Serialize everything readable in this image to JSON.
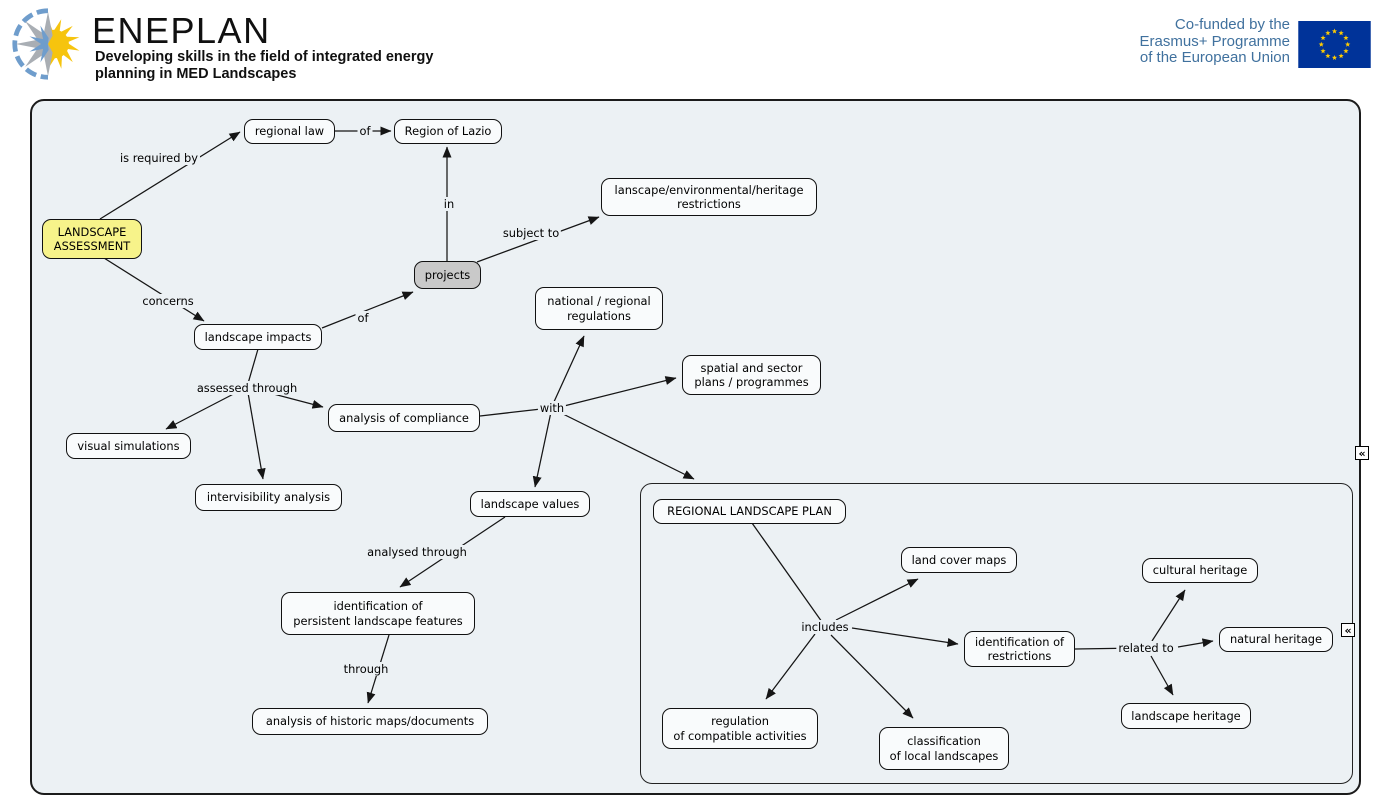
{
  "brand": {
    "name": "ENEPLAN",
    "tagline_line1": "Developing skills in the field of integrated energy",
    "tagline_line2": "planning in MED Landscapes"
  },
  "funding": {
    "line1": "Co-funded by the",
    "line2": "Erasmus+ Programme",
    "line3": "of the European Union"
  },
  "colors": {
    "map_background": "#ecf1f4",
    "node_fill": "#f9fbfc",
    "node_border": "#111111",
    "highlight_yellow": "#f7f38a",
    "highlight_gray": "#c9c9c9",
    "funding_text_blue": "#40719e",
    "eu_flag_blue": "#003399",
    "eu_star_yellow": "#ffcc00",
    "logo_blue": "#6f9dcc",
    "logo_gray": "#a9aeb4",
    "logo_yellow": "#f6c40e"
  },
  "map": {
    "collapse_icon_glyph": "«",
    "nodes": [
      {
        "id": "regional-law",
        "label": "regional law"
      },
      {
        "id": "region-of-lazio",
        "label": "Region of Lazio"
      },
      {
        "id": "landscape-assessment",
        "label": "LANDSCAPE\nASSESSMENT"
      },
      {
        "id": "projects",
        "label": "projects"
      },
      {
        "id": "restrictions",
        "label": "lanscape/environmental/heritage\nrestrictions"
      },
      {
        "id": "national-regional-regulations",
        "label": "national / regional\nregulations"
      },
      {
        "id": "landscape-impacts",
        "label": "landscape impacts"
      },
      {
        "id": "spatial-sector-plans",
        "label": "spatial and sector\nplans / programmes"
      },
      {
        "id": "analysis-of-compliance",
        "label": "analysis of compliance"
      },
      {
        "id": "visual-simulations",
        "label": "visual simulations"
      },
      {
        "id": "intervisibility-analysis",
        "label": "intervisibility analysis"
      },
      {
        "id": "landscape-values",
        "label": "landscape values"
      },
      {
        "id": "identification-persistent-features",
        "label": "identification of\npersistent landscape features"
      },
      {
        "id": "analysis-historic-maps",
        "label": "analysis of historic maps/documents"
      },
      {
        "id": "regional-landscape-plan",
        "label": "REGIONAL LANDSCAPE PLAN"
      },
      {
        "id": "land-cover-maps",
        "label": "land cover maps"
      },
      {
        "id": "identification-of-restrictions",
        "label": "identification of\nrestrictions"
      },
      {
        "id": "regulation-compatible-activities",
        "label": "regulation\nof compatible activities"
      },
      {
        "id": "classification-local-landscapes",
        "label": "classification\nof local landscapes"
      },
      {
        "id": "cultural-heritage",
        "label": "cultural heritage"
      },
      {
        "id": "natural-heritage",
        "label": "natural heritage"
      },
      {
        "id": "landscape-heritage",
        "label": "landscape heritage"
      }
    ],
    "link_labels": [
      {
        "id": "is-required-by",
        "text": "is required by"
      },
      {
        "id": "of-1",
        "text": "of"
      },
      {
        "id": "in",
        "text": "in"
      },
      {
        "id": "subject-to",
        "text": "subject to"
      },
      {
        "id": "concerns",
        "text": "concerns"
      },
      {
        "id": "of-2",
        "text": "of"
      },
      {
        "id": "assessed-through",
        "text": "assessed through"
      },
      {
        "id": "with",
        "text": "with"
      },
      {
        "id": "analysed-through",
        "text": "analysed through"
      },
      {
        "id": "through",
        "text": "through"
      },
      {
        "id": "includes",
        "text": "includes"
      },
      {
        "id": "related-to",
        "text": "related to"
      }
    ]
  }
}
